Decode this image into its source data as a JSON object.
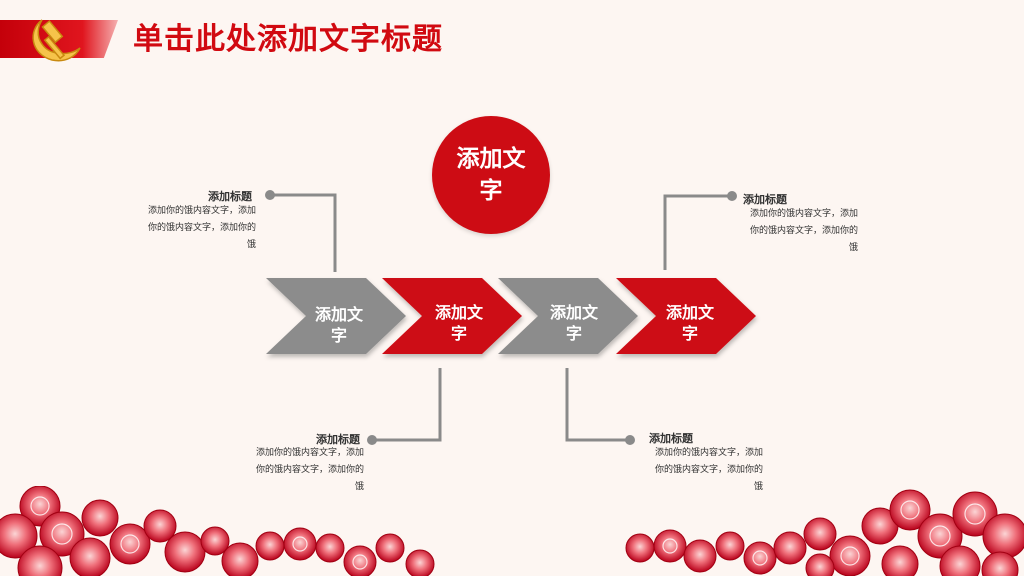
{
  "header": {
    "title": "单击此处添加文字标题"
  },
  "center_circle": {
    "text": "添加文字"
  },
  "chevrons": [
    {
      "text": "添加文字",
      "color": "#8c8c8c"
    },
    {
      "text": "添加文字",
      "color": "#cd0c14"
    },
    {
      "text": "添加文字",
      "color": "#8c8c8c"
    },
    {
      "text": "添加文字",
      "color": "#cd0c14"
    }
  ],
  "callouts": [
    {
      "title": "添加标题",
      "body": "添加你的饿内容文字，添加你的饿内容文字，添加你的饿"
    },
    {
      "title": "添加标题",
      "body": "添加你的饿内容文字，添加你的饿内容文字，添加你的饿"
    },
    {
      "title": "添加标题",
      "body": "添加你的饿内容文字，添加你的饿内容文字，添加你的饿"
    },
    {
      "title": "添加标题",
      "body": "添加你的饿内容文字，添加你的饿内容文字，添加你的饿"
    }
  ],
  "colors": {
    "accent": "#cd0c14",
    "gray": "#8c8c8c",
    "background": "#fdf6f2"
  }
}
